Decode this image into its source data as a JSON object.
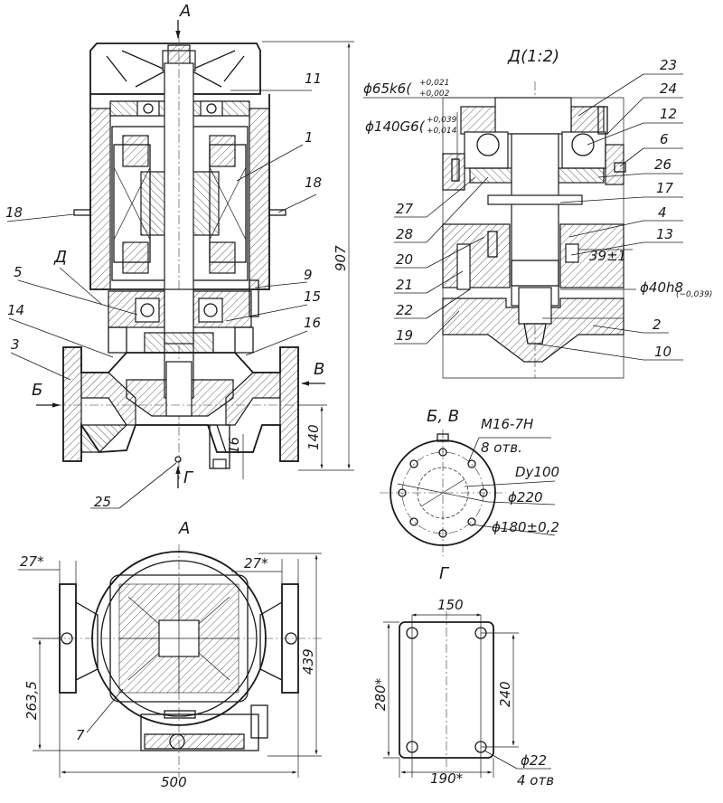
{
  "views": {
    "section_arrow_a": "А",
    "view_a_title": "А",
    "detail_title": "Д(1:2)",
    "view_bv_title": "Б, В",
    "view_g_title": "Г",
    "section_b": "Б",
    "section_v": "В",
    "section_g": "Г",
    "detail_d": "Д"
  },
  "main_view": {
    "callouts": [
      "11",
      "1",
      "18",
      "18",
      "5",
      "9",
      "15",
      "14",
      "16",
      "3",
      "25"
    ],
    "dim_height": "907",
    "dim_140": "140",
    "dim_16": "16"
  },
  "detail_view": {
    "tol_65": "ϕ65k6(+0,021 / +0,002)",
    "tol_65_main": "ϕ65k6(",
    "tol_65_up": "+0,021",
    "tol_65_dn": "+0,002",
    "tol_140_main": "ϕ140G6(",
    "tol_140_up": "+0,039",
    "tol_140_dn": "+0,014",
    "tol_40_main": "ϕ40h8",
    "tol_40_sub": "(−0,039)",
    "dim_39": "39±1",
    "callouts_right": [
      "23",
      "24",
      "12",
      "6",
      "26",
      "17",
      "4",
      "13",
      "2",
      "10"
    ],
    "callouts_left": [
      "27",
      "28",
      "20",
      "21",
      "22",
      "19"
    ]
  },
  "flange_view": {
    "thread": "M16-7H",
    "holes": "8 отв.",
    "dn": "Dy100",
    "d220": "ϕ220",
    "d180": "ϕ180±0,2"
  },
  "bottom_view": {
    "dim_27_left": "27*",
    "dim_27_right": "27*",
    "dim_2635": "263,5",
    "dim_439": "439",
    "dim_500": "500",
    "callout_7": "7"
  },
  "base_view": {
    "dim_150": "150",
    "dim_280": "280*",
    "dim_240": "240",
    "dim_190": "190*",
    "hole_d": "ϕ22",
    "hole_n": "4 отв"
  }
}
